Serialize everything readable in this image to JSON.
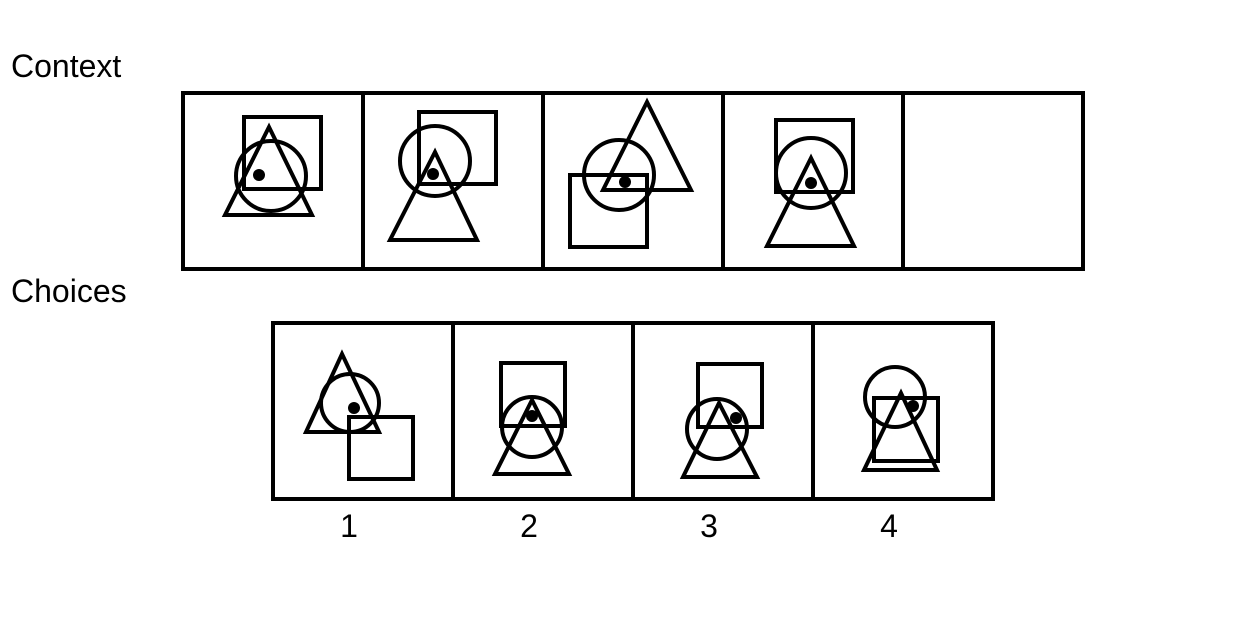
{
  "labels": {
    "context": "Context",
    "choices": "Choices"
  },
  "context_panels": [
    "panel-1",
    "panel-2",
    "panel-3",
    "panel-4",
    "panel-blank"
  ],
  "choice_numbers": [
    "1",
    "2",
    "3",
    "4"
  ],
  "colors": {
    "stroke": "#000000",
    "background": "#ffffff"
  }
}
